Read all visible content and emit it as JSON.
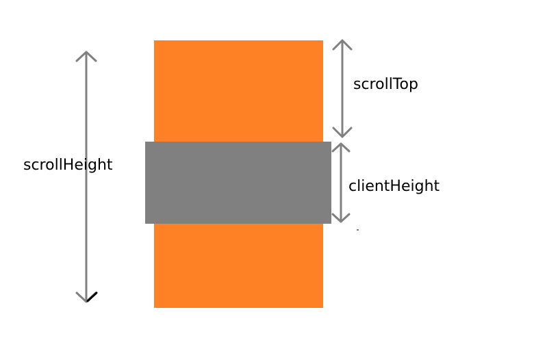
{
  "labels": {
    "scroll_top": "scrollTop",
    "scroll_height": "scrollHeight",
    "client_height": "clientHeight"
  },
  "colors": {
    "content": "#fe8125",
    "viewport": "#808080",
    "arrow": "#808080",
    "text": "#000000"
  }
}
